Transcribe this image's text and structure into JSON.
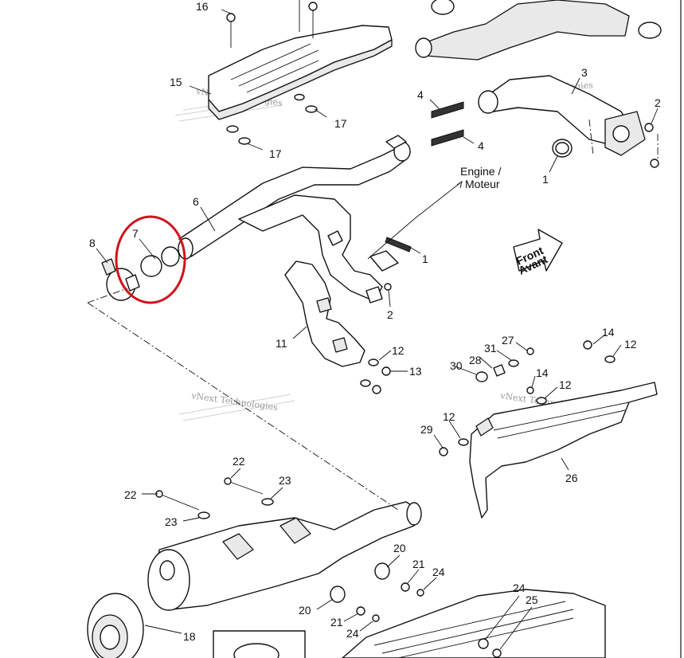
{
  "callouts": {
    "c16": "16",
    "c15": "15",
    "c17a": "17",
    "c17b": "17",
    "c3": "3",
    "c2a": "2",
    "c4a": "4",
    "c4b": "4",
    "c1a": "1",
    "c6": "6",
    "c7": "7",
    "c8": "8",
    "c1b": "1",
    "c2b": "2",
    "c11": "11",
    "c12a": "12",
    "c13": "13",
    "c14a": "14",
    "c12b": "12",
    "c27": "27",
    "c31": "31",
    "c28": "28",
    "c30": "30",
    "c14b": "14",
    "c12c": "12",
    "c12d": "12",
    "c29": "29",
    "c26": "26",
    "c22a": "22",
    "c22b": "22",
    "c23a": "23",
    "c23b": "23",
    "c20a": "20",
    "c21a": "21",
    "c24a": "24",
    "c20b": "20",
    "c21b": "21",
    "c24b": "24",
    "c24c": "24",
    "c25": "25",
    "c18": "18"
  },
  "engine_label": {
    "line1": "Engine /",
    "line2": "Moteur"
  },
  "front_label": {
    "line1": "Front",
    "line2": "Avant"
  },
  "watermark": "vNext Technologies",
  "colors": {
    "highlight_circle": "#d0121b",
    "ink": "#111111"
  }
}
